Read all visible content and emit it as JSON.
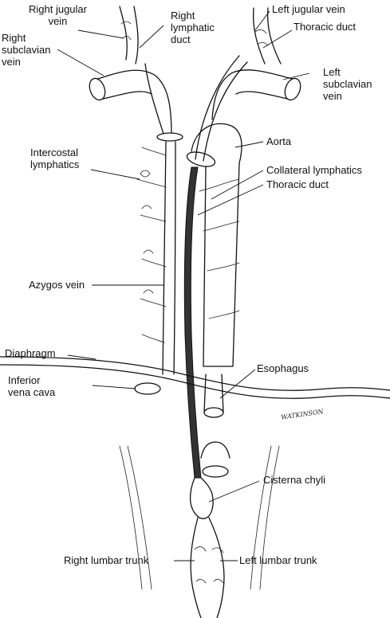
{
  "labels": {
    "right_jugular_vein": "Right jugular\nvein",
    "right_lymphatic_duct": "Right\nlymphatic\nduct",
    "left_jugular_vein": "Left jugular vein",
    "thoracic_duct_top": "Thoracic duct",
    "right_subclavian_vein": "Right\nsubclavian\nvein",
    "left_subclavian_vein": "Left\nsubclavian\nvein",
    "aorta": "Aorta",
    "intercostal_lymphatics": "Intercostal\nlymphatics",
    "collateral_lymphatics": "Collateral lymphatics",
    "thoracic_duct_mid": "Thoracic duct",
    "azygos_vein": "Azygos vein",
    "diaphragm": "Diaphragm",
    "esophagus": "Esophagus",
    "inferior_vena_cava": "Inferior\nvena cava",
    "cisterna_chyli": "Cisterna chyli",
    "right_lumbar_trunk": "Right lumbar trunk",
    "left_lumbar_trunk": "Left lumbar trunk"
  },
  "signature": "WATKINSON"
}
